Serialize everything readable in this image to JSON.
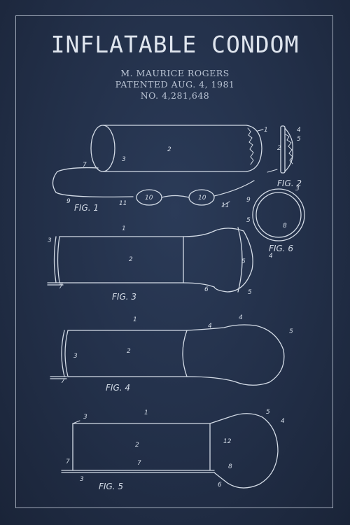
{
  "poster": {
    "title": "INFLATABLE CONDOM",
    "inventor": "M. MAURICE ROGERS",
    "patented": "PATENTED AUG. 4, 1981",
    "number": "NO. 4,281,648",
    "colors": {
      "background": "#22304a",
      "ink": "#d3dbe6"
    }
  },
  "figures": {
    "fig1": "FIG. 1",
    "fig2": "FIG. 2",
    "fig3": "FIG. 3",
    "fig4": "FIG. 4",
    "fig5": "FIG. 5",
    "fig6": "FIG. 6"
  },
  "refs": {
    "r1": "1",
    "r2": "2",
    "r3": "3",
    "r4": "4",
    "r5": "5",
    "r6": "6",
    "r7": "7",
    "r8": "8",
    "r9": "9",
    "r10": "10",
    "r11": "11",
    "r12": "12"
  }
}
